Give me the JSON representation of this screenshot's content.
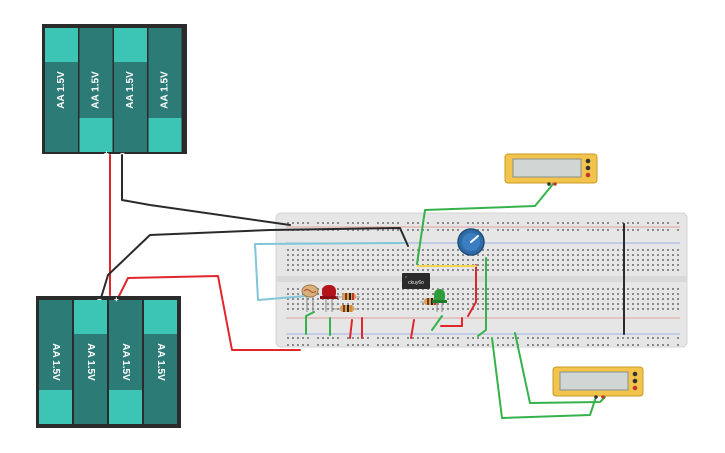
{
  "battery_packs": [
    {
      "cells": [
        "AA 1.5V",
        "AA 1.5V",
        "AA 1.5V",
        "AA 1.5V"
      ],
      "terminals": {
        "positive": "+",
        "negative": "−"
      }
    },
    {
      "cells": [
        "AA 1.5V",
        "AA 1.5V",
        "AA 1.5V",
        "AA 1.5V"
      ],
      "terminals": {
        "positive": "+",
        "negative": "−"
      }
    }
  ],
  "chip": {
    "label": "ckuy6o"
  },
  "colors": {
    "battery_body": "#2b2b2b",
    "cell_teal": "#3cc4b4",
    "cell_dark": "#2c7b77",
    "breadboard": "#e6e6e6",
    "wire_red": "#e0262c",
    "wire_black": "#2a2a2a",
    "wire_green": "#35b34a",
    "wire_blue": "#7fc6d8",
    "wire_yellow": "#f3d54e",
    "multimeter_body": "#f2c44c",
    "pot_knob": "#2f6ba6"
  }
}
